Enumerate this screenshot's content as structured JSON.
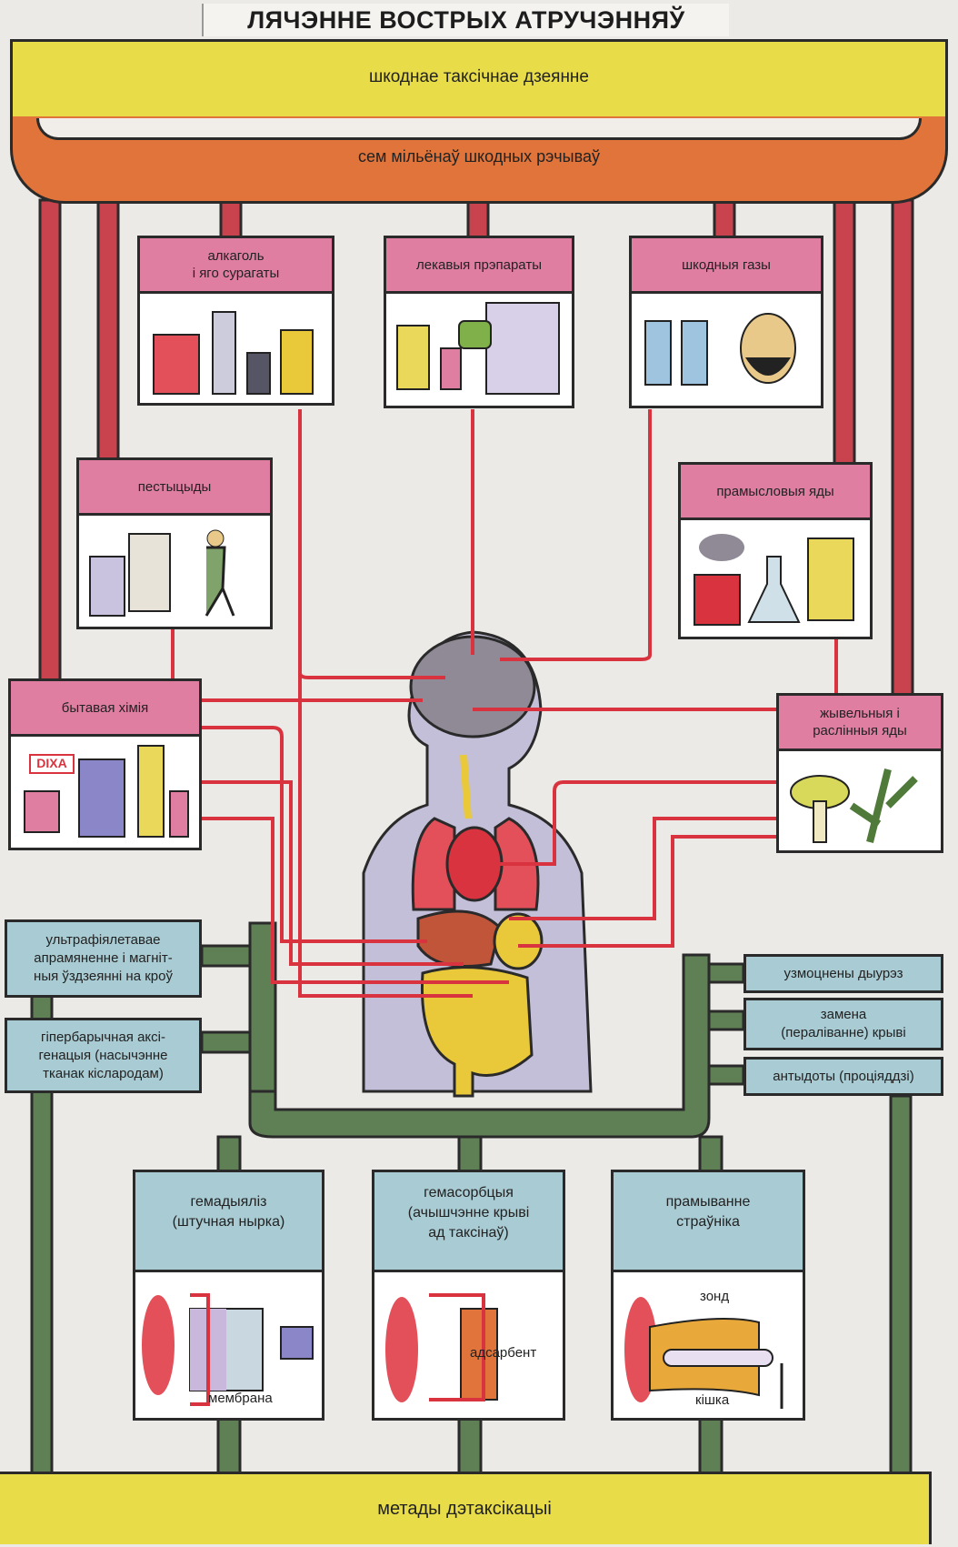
{
  "title": "ЛЯЧЭННЕ ВОСТРЫХ АТРУЧЭННЯЎ",
  "top_band": "шкоднае  таксічнае дзеянне",
  "second_band": "сем мільёнаў шкодных рэчываў",
  "sources": [
    {
      "label": "алкаголь\nі яго сурагаты"
    },
    {
      "label": "лекавыя прэпараты"
    },
    {
      "label": "шкодныя газы"
    },
    {
      "label": "пестыцыды"
    },
    {
      "label": "прамысловыя яды"
    },
    {
      "label": "бытавая хімія"
    },
    {
      "label": "жывельныя і\nраслінныя  яды"
    }
  ],
  "package_text": "DIXA",
  "left_methods": [
    {
      "label": "ультрафіялетавае\nапрамяненне і магніт-\nныя ўздзеянні на кроў"
    },
    {
      "label": "гіпербарычная аксі-\nгенацыя (насычэнне\nтканак кіслародам)"
    }
  ],
  "right_methods": [
    {
      "label": "узмоцнены  дыурэз"
    },
    {
      "label": "замена\n(пераліванне) крыві"
    },
    {
      "label": "антыдоты (проціяддзі)"
    }
  ],
  "bottom_methods": [
    {
      "label": "гемадыяліз\n(штучная нырка)",
      "caption": "мембрана"
    },
    {
      "label": "гемасорбцыя\n(ачышчэнне крыві\nад таксінаў)",
      "caption": "адсарбент"
    },
    {
      "label": "прамыванне\nстраўніка",
      "caption_top": "зонд",
      "caption": "кішка"
    }
  ],
  "bottom_band": "метады дэтаксікацыі",
  "colors": {
    "yellow": "#e8dd49",
    "orange": "#e0743a",
    "pink": "#e07ea1",
    "red": "#d8333f",
    "green": "#5f7f55",
    "blue": "#a9cbd3"
  }
}
